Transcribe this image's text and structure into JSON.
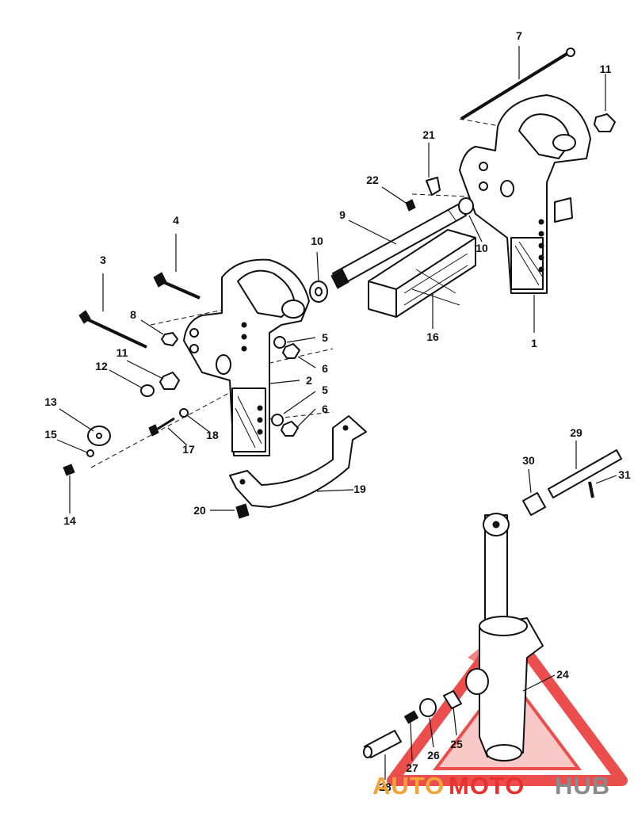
{
  "callouts": {
    "c1": "1",
    "c2": "2",
    "c3": "3",
    "c4": "4",
    "c5a": "5",
    "c5b": "5",
    "c6a": "6",
    "c6b": "6",
    "c7": "7",
    "c8": "8",
    "c9": "9",
    "c10a": "10",
    "c10b": "10",
    "c11a": "11",
    "c11b": "11",
    "c12": "12",
    "c13": "13",
    "c14": "14",
    "c15": "15",
    "c16": "16",
    "c17": "17",
    "c18": "18",
    "c19": "19",
    "c20": "20",
    "c21": "21",
    "c22": "22",
    "c24": "24",
    "c25": "25",
    "c26": "26",
    "c27": "27",
    "c28": "28",
    "c29": "29",
    "c30": "30",
    "c31": "31"
  },
  "watermark": {
    "part1": "AUTO",
    "part2": "MOTO",
    "part3": "HUB",
    "color_red": "#e8302d",
    "color_orange": "#f4a23a",
    "color_gray": "#8a8a8a"
  }
}
